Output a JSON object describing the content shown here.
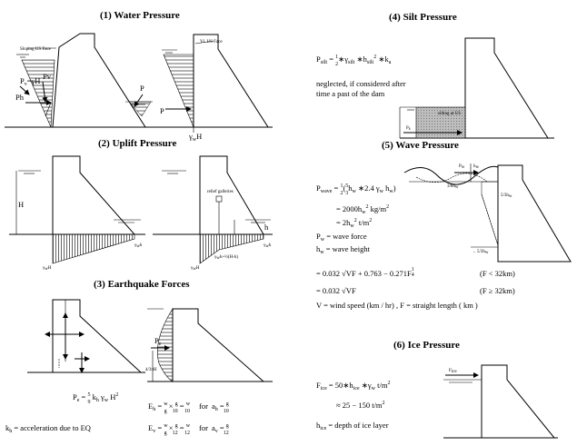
{
  "water": {
    "title": "(1) Water Pressure",
    "label_sloping_face": "Sloping US Face",
    "label_vertical_face": "Vl. US Face",
    "label_pv_eq": "P",
    "label_pv_sub": "v",
    "label_pv_rhs": "=γH",
    "label_pv": "Pv",
    "label_ph": "Ph",
    "label_p1": "P",
    "label_p2": "P",
    "label_gh": "γ",
    "label_gh_sub": "w",
    "label_gh_h": "H"
  },
  "uplift": {
    "title": "(2) Uplift Pressure",
    "label_H": "H",
    "label_h": "h",
    "label_gwh": "γ",
    "label_gwh_sub": "w",
    "label_gwh_h": "H",
    "label_gwh2": "γ",
    "label_gwh2_sub": "w",
    "label_gwh2_h": "h",
    "label_gallery": "relief galleries",
    "label_formula": "γ",
    "label_formula_sub": "w",
    "label_formula_rest": "h+⅓(H-h)"
  },
  "earthquake": {
    "title": "(3) Earthquake Forces",
    "pe_formula": {
      "lhs": "P",
      "lhs_sub": "e",
      "eq": " = ",
      "frac_num": "5",
      "frac_den": "9",
      "k": " k",
      "k_sub": "h",
      "gamma": " γ",
      "gamma_sub": "w",
      "H": " H",
      "H_sup": "2"
    },
    "ev": {
      "lhs": "E",
      "lhs_sub": "h",
      "eq": " = ",
      "w1": "w",
      "g1": "g",
      "times": " × ",
      "g2": "g",
      "ten": "10",
      "eq2": " = ",
      "w2": "w",
      "ten2": "10",
      "for": "for",
      "a": "a",
      "a_sub": "h",
      "eq3": " = ",
      "g3": "g",
      "ten3": "10"
    },
    "ev2": {
      "lhs": "E",
      "lhs_sub": "v",
      "eq": " = ",
      "w1": "w",
      "g1": "g",
      "times": " × ",
      "g2": "g",
      "twelve": "12",
      "eq2": " = ",
      "w2": "w",
      "twelve2": "12",
      "for": "for",
      "a": "a",
      "a_sub": "v",
      "eq3": " = ",
      "g3": "g",
      "twelve3": "12"
    },
    "kh_label": "k",
    "kh_sub": "h",
    "kh_text": " =  acceleration due to EQ",
    "label_pe": "P",
    "label_pe_sub": "e",
    "label_4h": "4",
    "label_3pi": "3π",
    "label_4h_h": "H"
  },
  "silt": {
    "title": "(4) Silt Pressure",
    "formula_lhs": "P",
    "formula_lhs_sub": "silt",
    "formula_eq": " = ",
    "formula_half_num": "1",
    "formula_half_den": "2",
    "formula_rest": "∗γ",
    "formula_rest_sub": "silt",
    "formula_h": " ∗h",
    "formula_h_sub": "silt",
    "formula_h_sup": "2",
    "formula_k": " ∗k",
    "formula_k_sub": "a",
    "note_line1": "neglected, if considered after",
    "note_line2": "time a past of the dam",
    "label_silting": "silting at US",
    "label_ps": "P",
    "label_ps_sub": "s"
  },
  "wave": {
    "title": "(5) Wave Pressure",
    "formula_lhs": "P",
    "formula_lhs_sub": "wave",
    "formula_eq": " = ",
    "formula_half_num": "1",
    "formula_half_den": "2",
    "formula_in_num": "5",
    "formula_in_den": "3",
    "formula_in_h": "h",
    "formula_in_h_sub": "w",
    "formula_in_rest": " ∗2.4 γ",
    "formula_in_rest_sub": "w",
    "formula_in_h2": " h",
    "formula_in_h2_sub": "w",
    "line2": "= 2000h",
    "line2_sub": "w",
    "line2_sup": "2",
    "line2_unit": " kg/m",
    "line2_unit_sup": "2",
    "line3": "= 2h",
    "line3_sub": "w",
    "line3_sup": "2",
    "line3_unit": " t/m",
    "line3_unit_sup": "2",
    "def_p": "P",
    "def_p_sub": "w",
    "def_p_text": " = wave force",
    "def_h": "h",
    "def_h_sub": "w",
    "def_h_text": " = wave height",
    "eq1": "= 0.032 √VF + 0.763 − 0.271F",
    "eq1_sup_num": "1",
    "eq1_sup_den": "4",
    "cond1": "(F < 32km)",
    "eq2": "= 0.032 √VF",
    "cond2": "(F ≥ 32km)",
    "note": "V = wind speed (km / hr) , F = straight length ( km )",
    "label_pw": "P",
    "label_pw_sub": "w",
    "label_hw": "h",
    "label_hw_sub": "w",
    "label_3_8": "3/8h",
    "label_3_8_sub": "w",
    "label_5_3": "5/3h",
    "label_5_3_sub": "w",
    "label_dims": "←5/3h",
    "label_dims_sub": "w"
  },
  "ice": {
    "title": "(6) Ice Pressure",
    "formula_lhs": "F",
    "formula_lhs_sub": "ice",
    "formula_rest": " = 50∗h",
    "formula_rest_sub": "ice",
    "formula_unit": " ∗γ",
    "formula_unit_sub": "w",
    "formula_unit_tail": " t/m",
    "formula_unit_sup": "2",
    "line2": "≈ 25 − 150 t/m",
    "line2_sup": "2",
    "def_h": "h",
    "def_h_sub": "ice",
    "def_h_text": " = depth of ice layer",
    "label_fice": "F",
    "label_fice_sub": "ice"
  }
}
